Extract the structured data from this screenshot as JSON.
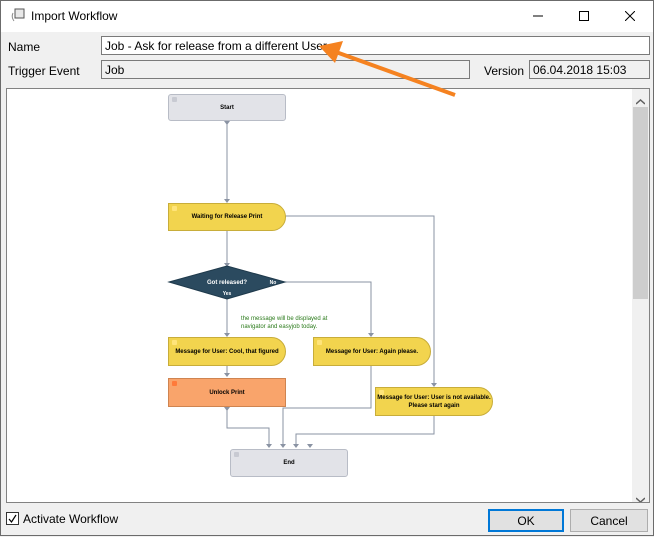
{
  "window": {
    "title": "Import Workflow",
    "icon": "workflow-window-icon",
    "controls": [
      "minimize",
      "maximize",
      "close"
    ]
  },
  "form": {
    "name_label": "Name",
    "name_value": "Job - Ask for release from a different User",
    "trigger_label": "Trigger Event",
    "trigger_value": "Job",
    "version_label": "Version",
    "version_value": "06.04.2018 15:03"
  },
  "workflow": {
    "nodes": {
      "start": "Start",
      "waiting": "Waiting for Release Print",
      "decision": "Got released?",
      "decision_yes": "Yes",
      "decision_no": "No",
      "msg_cool": "Message for User: Cool, that figured",
      "msg_again": "Message for User: Again please.",
      "unlock": "Unlock Print",
      "msg_unavailable_1": "Message for User: User is not available.",
      "msg_unavailable_2": "Please start again",
      "end": "End"
    },
    "comment_line1": "the message will be displayed at",
    "comment_line2": "navigator and easyjob today."
  },
  "footer": {
    "activate_label": "Activate Workflow",
    "activate_checked": true,
    "ok_label": "OK",
    "cancel_label": "Cancel"
  },
  "colors": {
    "accent": "#0078d7",
    "arrow": "#f58220",
    "node_yellow": "#f2d44e",
    "node_orange": "#f9a46b",
    "node_gray": "#e2e3e8",
    "decision": "#2b4a5f",
    "comment_text": "#2a7a1a"
  }
}
